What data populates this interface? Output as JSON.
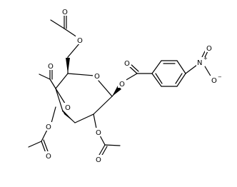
{
  "atom_labels": {
    "o_acetyl_c6_carbonyl": "O",
    "o_c6_ester": "O",
    "o_acetyl_c4_carbonyl": "O",
    "o_ring": "O",
    "o_anomeric_ester": "O",
    "o_benzoyl_carbonyl": "O",
    "n_nitro": "N",
    "n_charge": "+",
    "o_nitro_1": "O",
    "o_nitro_2": "O",
    "o_nitro_2_charge": "−",
    "o_c4_ester": "O",
    "o_c3_ester": "O",
    "o_acetyl_c3_carbonyl": "O",
    "o_c2_ester": "O",
    "o_acetyl_c2_carbonyl": "O"
  },
  "colors": {
    "ink": "#000000",
    "background": "#ffffff"
  }
}
